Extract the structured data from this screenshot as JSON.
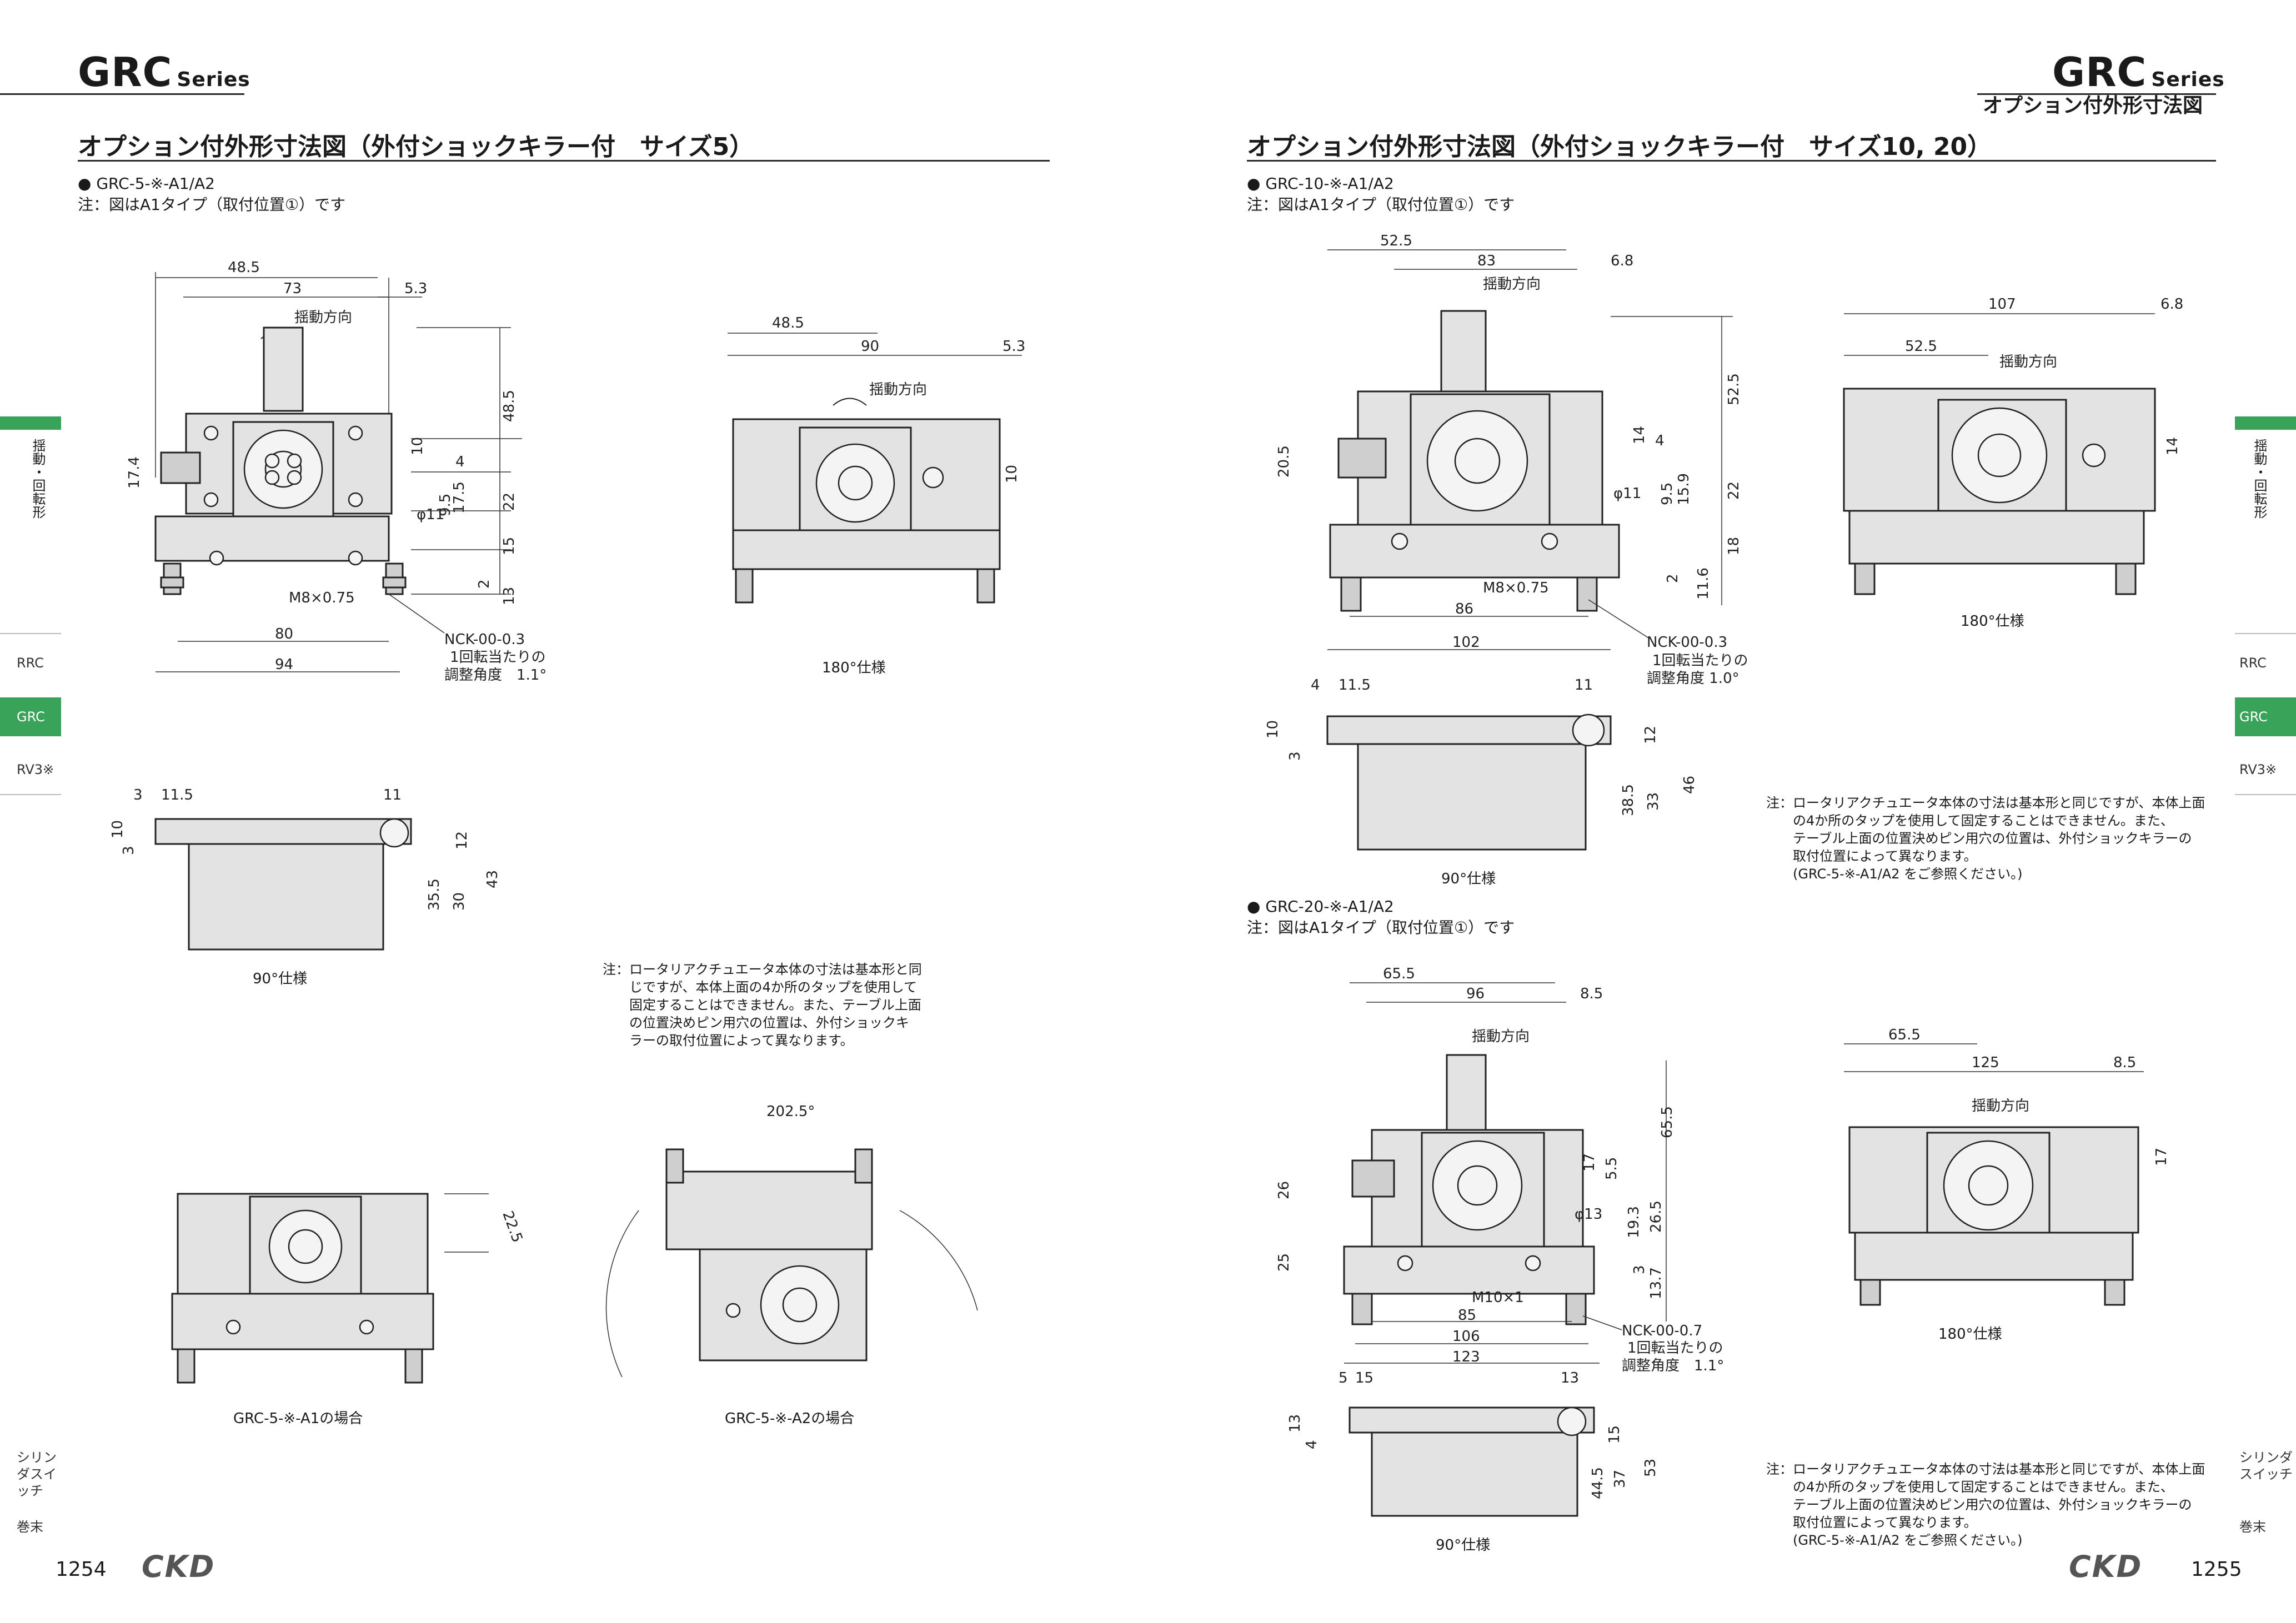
{
  "left": {
    "series": "GRC",
    "series_suffix": "Series",
    "section_title": "オプション付外形寸法図（外付ショックキラー付　サイズ5）",
    "model": "● GRC-5-※-A1/A2",
    "note_a1": "注：図はA1タイプ（取付位置①）です",
    "dims_front": [
      "48.5",
      "73",
      "5.3",
      "揺動方向",
      "48.5",
      "10",
      "4",
      "17.5",
      "22",
      "9.5",
      "φ11",
      "15",
      "2",
      "13",
      "17.4",
      "M8×0.75",
      "80",
      "94",
      "NCK-00-0.3",
      "1回転当たりの",
      "調整角度　1.1°"
    ],
    "dims_180": [
      "48.5",
      "90",
      "5.3",
      "揺動方向",
      "10"
    ],
    "caption_180": "180°仕様",
    "dims_90": [
      "3",
      "11.5",
      "11",
      "10",
      "3",
      "12",
      "35.5",
      "30",
      "43"
    ],
    "caption_90": "90°仕様",
    "note_lines": [
      "注：ロータリアクチュエータ本体の寸法は基本形と同",
      "じですが、本体上面の4か所のタップを使用して",
      "固定することはできません。また、テーブル上面",
      "の位置決めピン用穴の位置は、外付ショックキ",
      "ラーの取付位置によって異なります。"
    ],
    "dim_225": "22.5",
    "dim_2025": "202.5°",
    "caption_a1": "GRC-5-※-A1の場合",
    "caption_a2": "GRC-5-※-A2の場合",
    "page_number": "1254",
    "logo": "CKD"
  },
  "right": {
    "series": "GRC",
    "series_suffix": "Series",
    "header_sub": "オプション付外形寸法図",
    "section_title": "オプション付外形寸法図（外付ショックキラー付　サイズ10, 20）",
    "model10": "● GRC-10-※-A1/A2",
    "note10": "注：図はA1タイプ（取付位置①）です",
    "dims10_front": [
      "52.5",
      "83",
      "6.8",
      "揺動方向",
      "52.5",
      "14",
      "4",
      "20.5",
      "22",
      "15.9",
      "9.5",
      "φ11",
      "18",
      "2",
      "11.6",
      "M8×0.75",
      "86",
      "102",
      "NCK-00-0.3",
      "1回転当たりの",
      "調整角度 1.0°"
    ],
    "dims10_180": [
      "107",
      "6.8",
      "52.5",
      "揺動方向",
      "14"
    ],
    "caption10_180": "180°仕様",
    "dims10_90": [
      "4",
      "11.5",
      "11",
      "10",
      "3",
      "12",
      "38.5",
      "33",
      "46"
    ],
    "caption10_90": "90°仕様",
    "note10_lines": [
      "注：ロータリアクチュエータ本体の寸法は基本形と同じですが、本体上面",
      "の4か所のタップを使用して固定することはできません。また、",
      "テーブル上面の位置決めピン用穴の位置は、外付ショックキラーの",
      "取付位置によって異なります。",
      "(GRC-5-※-A1/A2 をご参照ください。)"
    ],
    "model20": "● GRC-20-※-A1/A2",
    "note20": "注：図はA1タイプ（取付位置①）です",
    "dims20_front": [
      "65.5",
      "96",
      "8.5",
      "揺動方向",
      "65.5",
      "17",
      "5.5",
      "26",
      "26.5",
      "19.3",
      "φ13",
      "25",
      "3",
      "13.7",
      "M10×1",
      "85",
      "106",
      "123",
      "NCK-00-0.7",
      "1回転当たりの",
      "調整角度　1.1°"
    ],
    "dims20_180": [
      "65.5",
      "125",
      "8.5",
      "揺動方向",
      "17"
    ],
    "caption20_180": "180°仕様",
    "dims20_90": [
      "5",
      "15",
      "13",
      "13",
      "4",
      "15",
      "44.5",
      "37",
      "53"
    ],
    "caption20_90": "90°仕様",
    "note20_lines": [
      "注：ロータリアクチュエータ本体の寸法は基本形と同じですが、本体上面",
      "の4か所のタップを使用して固定することはできません。また、",
      "テーブル上面の位置決めピン用穴の位置は、外付ショックキラーの",
      "取付位置によって異なります。",
      "(GRC-5-※-A1/A2 をご参照ください。)"
    ],
    "page_number": "1255",
    "logo": "CKD"
  },
  "side_tabs": {
    "top": "揺動・回転形",
    "rrc": "RRC",
    "grc": "GRC",
    "rv3": "RV3※",
    "switch": "シリンダスイッチ",
    "end": "巻末"
  },
  "colors": {
    "accent": "#3aa35a",
    "rule": "#2a2a2a"
  }
}
